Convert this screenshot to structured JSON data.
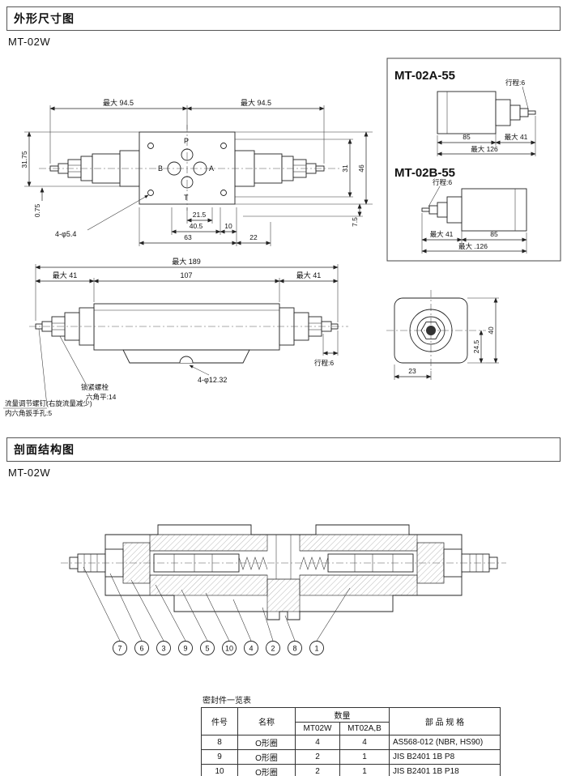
{
  "sections": {
    "dim_title": "外形尺寸图",
    "struct_title": "剖面结构图",
    "model_a": "MT-02W",
    "model_b": "MT-02W"
  },
  "topview": {
    "dim_max945_l": "最大 94.5",
    "dim_max945_r": "最大 94.5",
    "dim_3175": "31.75",
    "dim_075": "0.75",
    "dim_31": "31",
    "dim_46": "46",
    "dim_75": "7.5",
    "dim_215": "21.5",
    "dim_405": "40.5",
    "dim_10": "10",
    "dim_63": "63",
    "dim_22": "22",
    "hole_label": "4-φ5.4",
    "port_p": "P",
    "port_b": "B",
    "port_a": "A",
    "port_t": "T"
  },
  "mt02a": {
    "title": "MT-02A-55",
    "stroke_label": "行程:6",
    "dim_85": "85",
    "dim_max41": "最大 41",
    "dim_max126": "最大 126"
  },
  "mt02b": {
    "title": "MT-02B-55",
    "stroke_label": "行程:6",
    "dim_max41": "最大 41",
    "dim_85": "85",
    "dim_max126": "最大 .126"
  },
  "sideview": {
    "dim_max189": "最大 189",
    "dim_max41_l": "最大 41",
    "dim_107": "107",
    "dim_max41_r": "最大 41",
    "stroke_label": "行程:6",
    "hole_label": "4-φ12.32",
    "note_lock": "锁紧螺栓",
    "note_hex": "六角平:14",
    "note_adjust": "流量调节螺钉(右旋流量减少)",
    "note_socket": "内六角扳手孔:5"
  },
  "endview": {
    "dim_245": "24.5",
    "dim_40": "40",
    "dim_23": "23"
  },
  "crosssection": {
    "callouts": [
      "7",
      "6",
      "3",
      "9",
      "5",
      "10",
      "4",
      "2",
      "8",
      "1"
    ]
  },
  "seal_table": {
    "title": "密封件一览表",
    "h_part_no": "件号",
    "h_name": "名称",
    "h_qty": "数量",
    "h_mt02w": "MT02W",
    "h_mt02ab": "MT02A,B",
    "h_spec": "部 品 规 格",
    "rows": [
      {
        "no": "8",
        "name": "O形圈",
        "qty_w": "4",
        "qty_ab": "4",
        "spec": "AS568-012 (NBR, HS90)"
      },
      {
        "no": "9",
        "name": "O形圈",
        "qty_w": "2",
        "qty_ab": "1",
        "spec": "JIS B2401 1B P8"
      },
      {
        "no": "10",
        "name": "O形圈",
        "qty_w": "2",
        "qty_ab": "1",
        "spec": "JIS B2401 1B P18"
      }
    ]
  }
}
